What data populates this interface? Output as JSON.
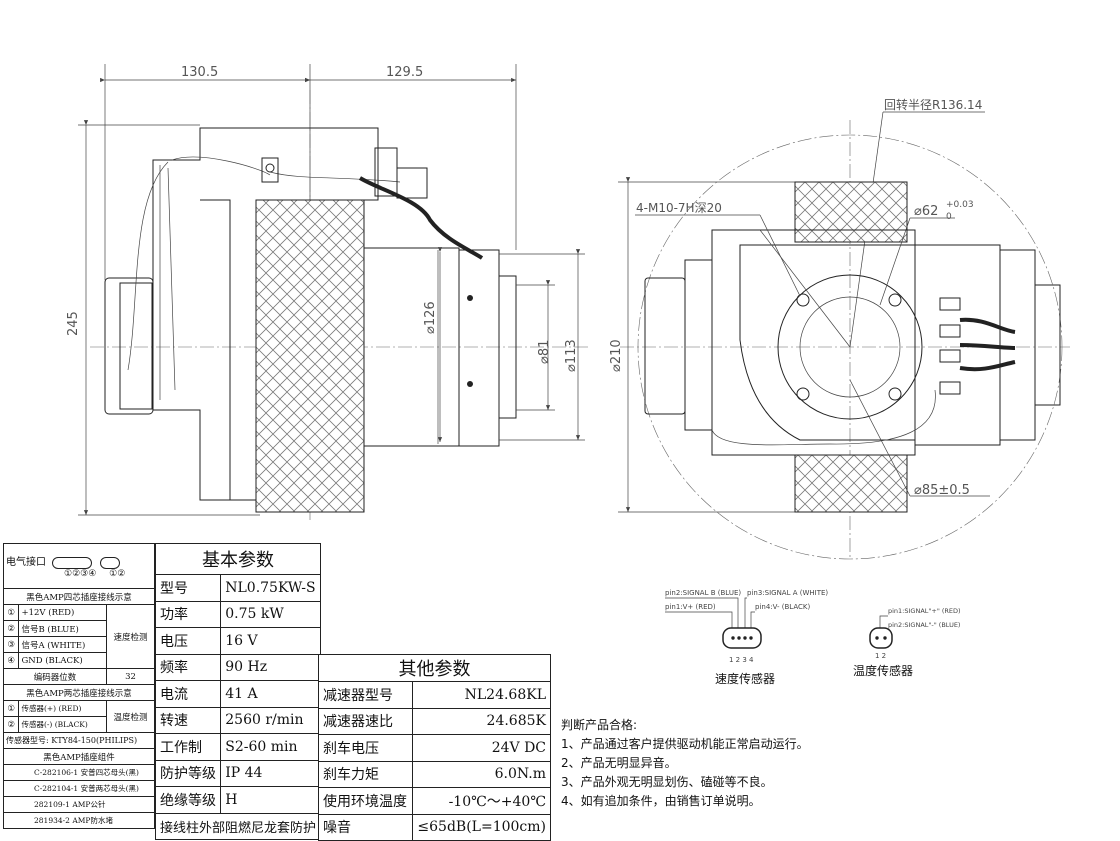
{
  "dims": {
    "width_left": "130.5",
    "width_right": "129.5",
    "height_total": "245",
    "dia_126": "⌀126",
    "dia_81": "⌀81",
    "dia_113": "⌀113",
    "dia_210": "⌀210",
    "radius": "回转半径R136.14",
    "thread": "4-M10-7H深20",
    "dia_62": "⌀62",
    "dia_62_tol_up": "+0.03",
    "dia_62_tol_low": "0",
    "dia_85": "⌀85±0.5"
  },
  "connectors": {
    "speed": {
      "pin2": "pin2:SIGNAL B (BLUE)",
      "pin3": "pin3:SIGNAL A (WHITE)",
      "pin1": "pin1:V+ (RED)",
      "pin4": "pin4:V- (BLACK)",
      "pins": "1 2 3 4",
      "label": "速度传感器"
    },
    "temp": {
      "pin1": "pin1:SIGNAL\"+\" (RED)",
      "pin2": "pin2:SIGNAL\"-\" (BLUE)",
      "pins": "1 2",
      "label": "温度传感器"
    }
  },
  "left_table": {
    "elec_label": "电气接口",
    "pin_nums_4": "①②③④",
    "pin_nums_2": "①②",
    "four_pin_title": "黑色AMP四芯插座接线示意",
    "four_pin_rows": [
      {
        "num": "①",
        "desc": "+12V  (RED)"
      },
      {
        "num": "②",
        "desc": "信号B (BLUE)"
      },
      {
        "num": "③",
        "desc": "信号A (WHITE)"
      },
      {
        "num": "④",
        "desc": "GND  (BLACK)"
      }
    ],
    "speed_detect": "速度检测",
    "encoder_label": "编码器位数",
    "encoder_value": "32",
    "two_pin_title": "黑色AMP两芯插座接线示意",
    "two_pin_rows": [
      {
        "num": "①",
        "desc": "传感器(+) (RED)"
      },
      {
        "num": "②",
        "desc": "传感器(-) (BLACK)"
      }
    ],
    "temp_detect": "温度检测",
    "sensor_model": "传感器型号: KTY84-150(PHILIPS)",
    "socket_kit_title": "黑色AMP插座组件",
    "kit_rows": [
      "C-282106-1 安普四芯母头(黑)",
      "C-282104-1 安普两芯母头(黑)",
      "282109-1 AMP公针",
      "281934-2 AMP防水堵"
    ]
  },
  "basic_params": {
    "title": "基本参数",
    "rows": [
      {
        "label": "型号",
        "value": "NL0.75KW-S"
      },
      {
        "label": "功率",
        "value": "0.75 kW"
      },
      {
        "label": "电压",
        "value": "16 V"
      },
      {
        "label": "频率",
        "value": "90 Hz"
      },
      {
        "label": "电流",
        "value": "41 A"
      },
      {
        "label": "转速",
        "value": "2560 r/min"
      },
      {
        "label": "工作制",
        "value": "S2-60 min"
      },
      {
        "label": "防护等级",
        "value": "IP 44"
      },
      {
        "label": "绝缘等级",
        "value": "H"
      }
    ],
    "footer": "接线柱外部阻燃尼龙套防护"
  },
  "other_params": {
    "title": "其他参数",
    "rows": [
      {
        "label": "减速器型号",
        "value": "NL24.68KL"
      },
      {
        "label": "减速器速比",
        "value": "24.685K"
      },
      {
        "label": "刹车电压",
        "value": "24V DC"
      },
      {
        "label": "刹车力矩",
        "value": "6.0N.m"
      },
      {
        "label": "使用环境温度",
        "value": "-10℃～+40℃"
      },
      {
        "label": "噪音",
        "value": "≤65dB(L=100cm)"
      }
    ]
  },
  "notes": {
    "title": "判断产品合格:",
    "items": [
      "1、产品通过客户提供驱动机能正常启动运行。",
      "2、产品无明显异音。",
      "3、产品外观无明显划伤、磕碰等不良。",
      "4、如有追加条件，由销售订单说明。"
    ]
  }
}
